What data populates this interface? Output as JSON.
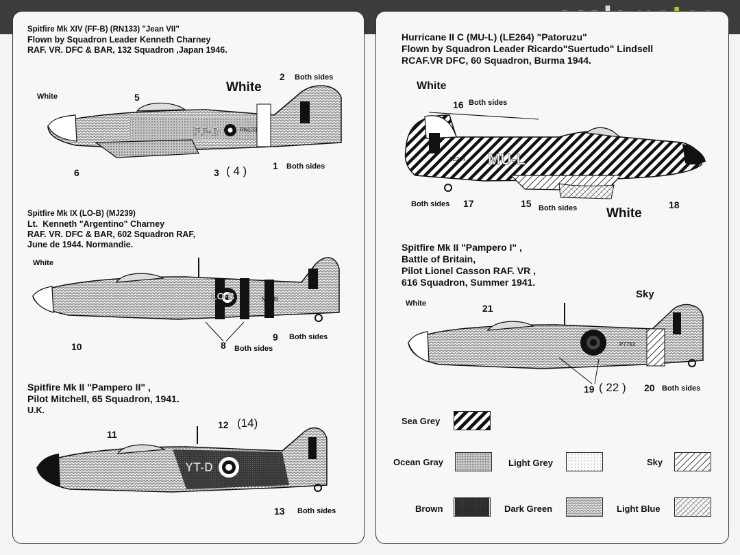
{
  "watermark": {
    "part1": "scale",
    "part2": "mates"
  },
  "colors": {
    "accent": "#9ccd2f",
    "ink": "#111111",
    "paper": "#f7f7f5"
  },
  "left": {
    "p1": {
      "title": "Spitfire Mk XIV (FF-B) (RN133) \"Jean VII\"",
      "line2": "Flown by Squadron Leader Kenneth Charney",
      "line3": "RAF. VR. DFC & BAR, 132 Squadron ,Japan 1946.",
      "label_white_nose": "White",
      "label_white_tail": "White",
      "fuselage_code": "FF-B",
      "serial": "RN133",
      "n2": "2",
      "both_sides_a": "Both sides",
      "n5": "5",
      "n6": "6",
      "n3": "3",
      "n4": "( 4 )",
      "n1": "1",
      "both_sides_b": "Both sides"
    },
    "p2": {
      "title": "Spitfire Mk IX (LO-B) (MJ239)",
      "line2": "Lt.  Kenneth \"Argentino\" Charney",
      "line3": "RAF. VR. DFC & BAR, 602 Squadron RAF,",
      "line4": "June de 1944. Normandie.",
      "label_white": "White",
      "fuselage_code": "LO-B",
      "serial": "MJ239",
      "n10": "10",
      "n8": "8",
      "both_sides_a": "Both sides",
      "n9": "9",
      "both_sides_b": "Both sides"
    },
    "p3": {
      "title": "Spitfire Mk II \"Pampero II\" ,",
      "line2": "Pilot Mitchell, 65 Squadron, 1941.",
      "line3": "U.K.",
      "n11": "11",
      "n12": "12",
      "n14": "(14)",
      "n13": "13",
      "both_sides": "Both sides",
      "fuselage_code": "YT-D"
    }
  },
  "right": {
    "p1": {
      "title": "Hurricane II C (MU-L) (LE264) \"Patoruzu\"",
      "line2": "Flown by Squadron Leader Ricardo\"Suertudo\" Lindsell",
      "line3": "RCAF.VR DFC, 60 Squadron, Burma 1944.",
      "label_white_top": "White",
      "n16": "16",
      "both_sides_a": "Both sides",
      "fuselage_code": "MU-L",
      "serial": "LE264",
      "both_sides_b": "Both sides",
      "n17": "17",
      "n15": "15",
      "both_sides_c": "Both sides",
      "label_white_bottom": "White",
      "n18": "18"
    },
    "p2": {
      "title": "Spitfire Mk II \"Pampero I\" ,",
      "line2": "Battle of Britain,",
      "line3": "Pilot Lionel Casson RAF. VR ,",
      "line4": "616 Squadron, Summer 1941.",
      "label_white": "White",
      "label_sky": "Sky",
      "n21": "21",
      "serial": "P7753",
      "n19": "19",
      "n22": "( 22 )",
      "n20": "20",
      "both_sides": "Both sides"
    },
    "legend": [
      {
        "name": "Sea Grey"
      },
      {
        "name": "Ocean Gray"
      },
      {
        "name": "Light Grey"
      },
      {
        "name": "Sky"
      },
      {
        "name": "Brown"
      },
      {
        "name": "Dark Green"
      },
      {
        "name": "Light Blue"
      }
    ]
  }
}
